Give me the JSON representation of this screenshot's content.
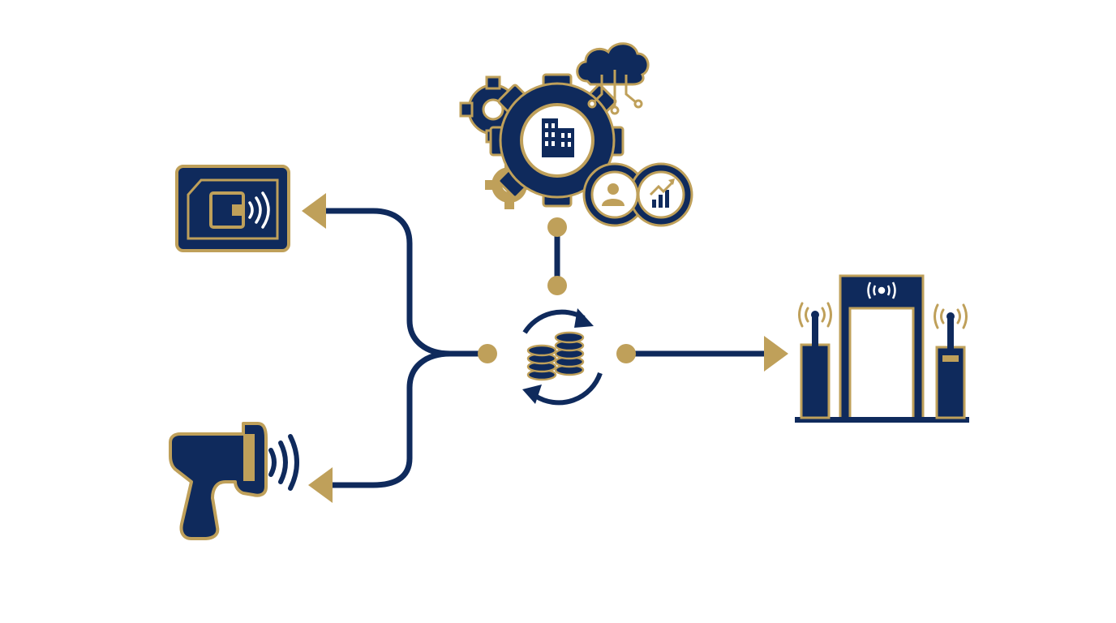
{
  "colors": {
    "navy": "#0f2a5c",
    "gold": "#bfa05a",
    "background": "#ffffff"
  },
  "nodes": [
    {
      "id": "hub",
      "icon": "coin-stack-sync-icon"
    },
    {
      "id": "enterprise",
      "icon": "gear-building-cloud-icon"
    },
    {
      "id": "rfid-card",
      "icon": "rfid-card-icon"
    },
    {
      "id": "scanner",
      "icon": "barcode-scanner-gun-icon"
    },
    {
      "id": "gate",
      "icon": "rfid-gate-antenna-icon"
    }
  ],
  "edges": [
    {
      "from": "hub",
      "to": "enterprise"
    },
    {
      "from": "hub",
      "to": "rfid-card"
    },
    {
      "from": "hub",
      "to": "scanner"
    },
    {
      "from": "hub",
      "to": "gate"
    }
  ]
}
